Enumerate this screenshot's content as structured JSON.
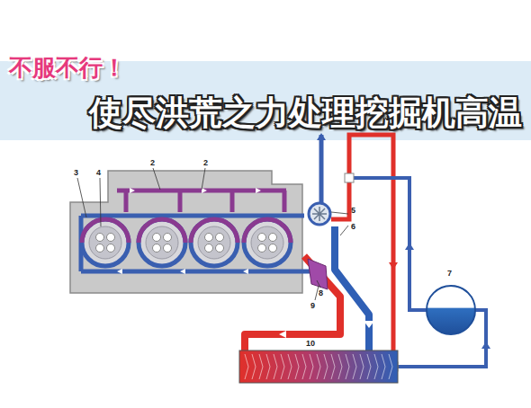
{
  "diagram": {
    "title": "使尽洪荒之力处理挖掘机高温",
    "labels": [
      "不服不行！",
      "2",
      "2",
      "3",
      "4",
      "5",
      "6",
      "7",
      "8",
      "9",
      "10"
    ]
  }
}
